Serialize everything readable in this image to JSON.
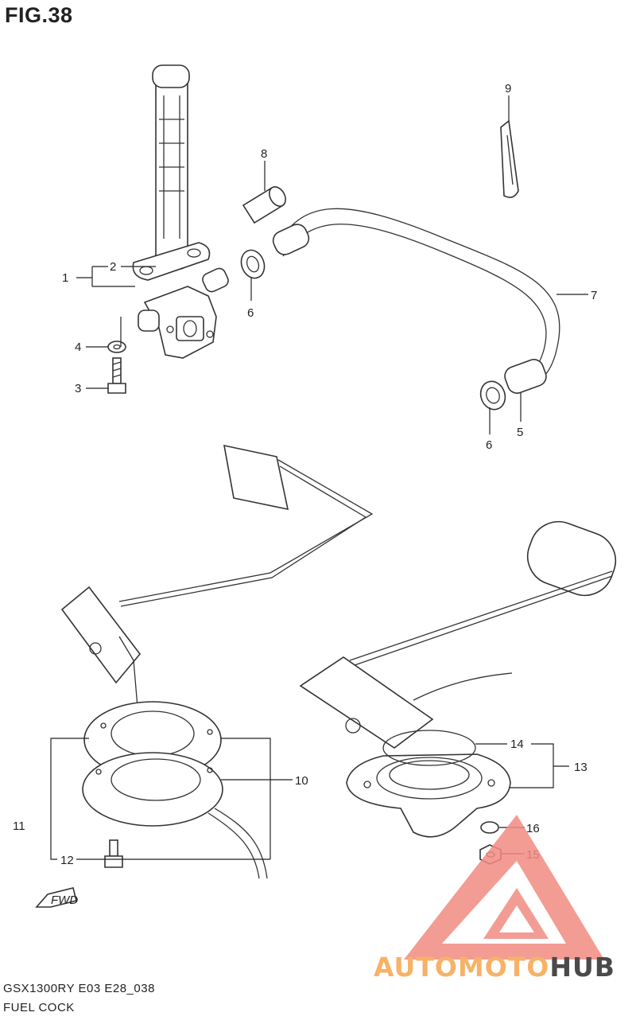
{
  "figure": {
    "title": "FIG.38",
    "model_code": "GSX1300RY E03 E28_038",
    "caption": "FUEL COCK"
  },
  "callouts": [
    "1",
    "2",
    "3",
    "4",
    "5",
    "6",
    "6",
    "7",
    "8",
    "9",
    "10",
    "11",
    "12",
    "13",
    "14",
    "15",
    "16"
  ],
  "fwd_label": "FWD",
  "watermark": {
    "part_a": "AUTOMOTO",
    "part_b": "HUB",
    "color_a": "#f7b267",
    "color_b": "#4a4a4a",
    "logo_color": "#f28b82"
  }
}
